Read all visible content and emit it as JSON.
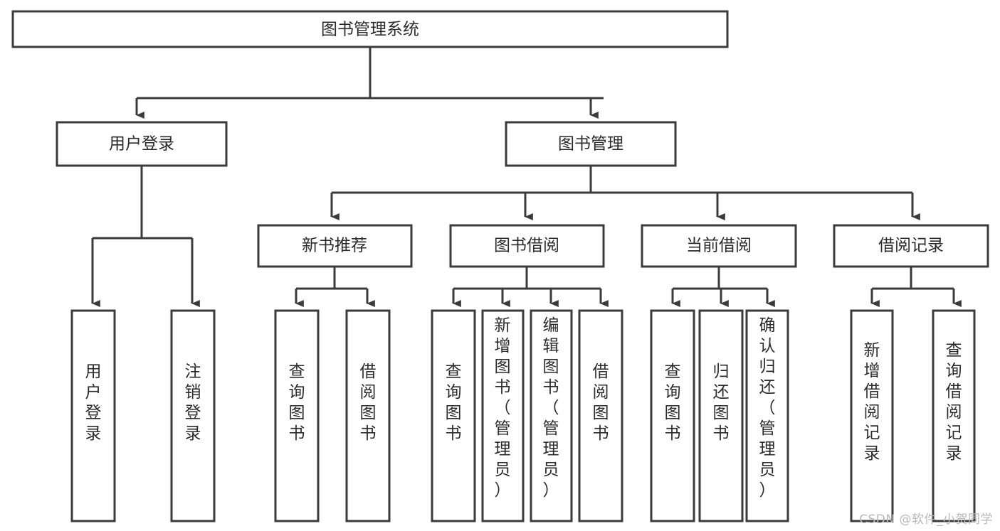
{
  "diagram": {
    "type": "tree-hierarchy-diagram",
    "title": "图书管理系统",
    "background_color": "#ffffff",
    "stroke_color": "#3b3b3b",
    "text_color": "#2b2b2b",
    "watermark": "CSDN @软件_小贺同学",
    "levels": [
      {
        "level": 1,
        "nodes": [
          {
            "id": "root",
            "label": "图书管理系统"
          }
        ]
      },
      {
        "level": 2,
        "nodes": [
          {
            "id": "login",
            "label": "用户登录",
            "parent": "root"
          },
          {
            "id": "bookmgmt",
            "label": "图书管理",
            "parent": "root"
          }
        ]
      },
      {
        "level": 3,
        "nodes": [
          {
            "id": "newbook",
            "label": "新书推荐",
            "parent": "bookmgmt"
          },
          {
            "id": "borrow",
            "label": "图书借阅",
            "parent": "bookmgmt"
          },
          {
            "id": "current",
            "label": "当前借阅",
            "parent": "bookmgmt"
          },
          {
            "id": "records",
            "label": "借阅记录",
            "parent": "bookmgmt"
          }
        ]
      },
      {
        "level": 4,
        "nodes": [
          {
            "id": "leaf1",
            "label": "用户登录",
            "parent": "login"
          },
          {
            "id": "leaf2",
            "label": "注销登录",
            "parent": "login"
          },
          {
            "id": "leaf3",
            "label": "查询图书",
            "parent": "newbook"
          },
          {
            "id": "leaf4",
            "label": "借阅图书",
            "parent": "newbook"
          },
          {
            "id": "leaf5",
            "label": "查询图书",
            "parent": "borrow"
          },
          {
            "id": "leaf6",
            "label": "新增图书（管理员）",
            "parent": "borrow"
          },
          {
            "id": "leaf7",
            "label": "编辑图书（管理员）",
            "parent": "borrow"
          },
          {
            "id": "leaf8",
            "label": "借阅图书",
            "parent": "borrow"
          },
          {
            "id": "leaf9",
            "label": "查询图书",
            "parent": "current"
          },
          {
            "id": "leaf10",
            "label": "归还图书",
            "parent": "current"
          },
          {
            "id": "leaf11",
            "label": "确认归还（管理员）",
            "parent": "current"
          },
          {
            "id": "leaf12",
            "label": "新增借阅记录",
            "parent": "records"
          },
          {
            "id": "leaf13",
            "label": "查询借阅记录",
            "parent": "records"
          }
        ]
      }
    ]
  }
}
